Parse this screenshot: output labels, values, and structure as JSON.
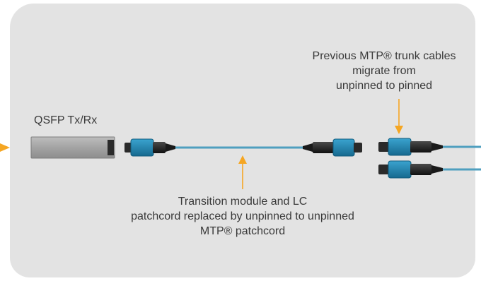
{
  "labels": {
    "qsfp": "QSFP Tx/Rx",
    "trunk": [
      "Previous MTP® trunk cables",
      "migrate from",
      "unpinned to pinned"
    ],
    "transition": [
      "Transition module and LC",
      "patchcord replaced by unpinned to unpinned",
      "MTP® patchcord"
    ]
  },
  "colors": {
    "panel": "#e3e3e3",
    "cable": "#4f9fbf",
    "connector_body": "#1f7fa8",
    "arrow": "#f5a623",
    "transceiver": "#a9a9a9",
    "text": "#3a3a3a"
  }
}
